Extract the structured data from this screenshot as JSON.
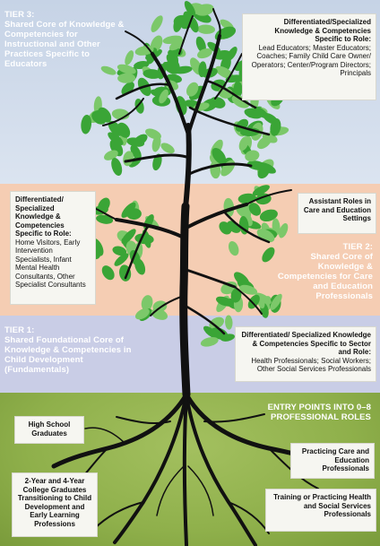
{
  "bands": {
    "tier3_color": "#c6d3e6",
    "tier2_color": "#f5cdb3",
    "tier1_color": "#c9cde6",
    "entry_color": "#8fb04b"
  },
  "tier3": {
    "heading_line1": "TIER 3:",
    "heading_body": "Shared Core of Knowledge & Competencies for Instructional and Other Practices Specific to Educators"
  },
  "tier2": {
    "heading_line1": "TIER 2:",
    "heading_body": "Shared Core of Knowledge & Competencies for Care and Education Professionals"
  },
  "tier1": {
    "heading_line1": "TIER 1:",
    "heading_body": "Shared Foundational Core of Knowledge & Competencies in Child Development (Fundamentals)"
  },
  "entry": {
    "heading": "ENTRY POINTS INTO 0–8 PROFESSIONAL ROLES"
  },
  "boxes": {
    "tier3_role": {
      "title": "Differentiated/Specialized Knowledge & Competencies Specific to Role:",
      "body": "Lead Educators; Master Educators; Coaches; Family Child Care Owner/ Operators; Center/Program Directors; Principals"
    },
    "left_role": {
      "title": "Differentiated/ Specialized Knowledge & Competencies Specific to Role:",
      "body": "Home Visitors, Early Intervention Specialists, Infant Mental Health Consultants, Other Specialist Consultants"
    },
    "assistant": {
      "title": "Assistant Roles in Care and Education Settings"
    },
    "tier1_role": {
      "title": "Differentiated/ Specialized Knowledge & Competencies Specific to Sector and Role:",
      "body": "Health Professionals; Social Workers; Other Social Services Professionals"
    },
    "high_school": {
      "title": "High School Graduates"
    },
    "practicing": {
      "title": "Practicing Care and Education Professionals"
    },
    "college": {
      "title": "2-Year and 4-Year College Graduates Transitioning to Child Development and Early Learning Professions"
    },
    "training": {
      "title": "Training or Practicing Health and Social Services Professionals"
    }
  },
  "colors": {
    "leaf": "#3aa536",
    "leaf_light": "#7cc86a",
    "trunk": "#111111",
    "heading_text": "#ffffff",
    "box_bg": "#f6f6f1"
  }
}
